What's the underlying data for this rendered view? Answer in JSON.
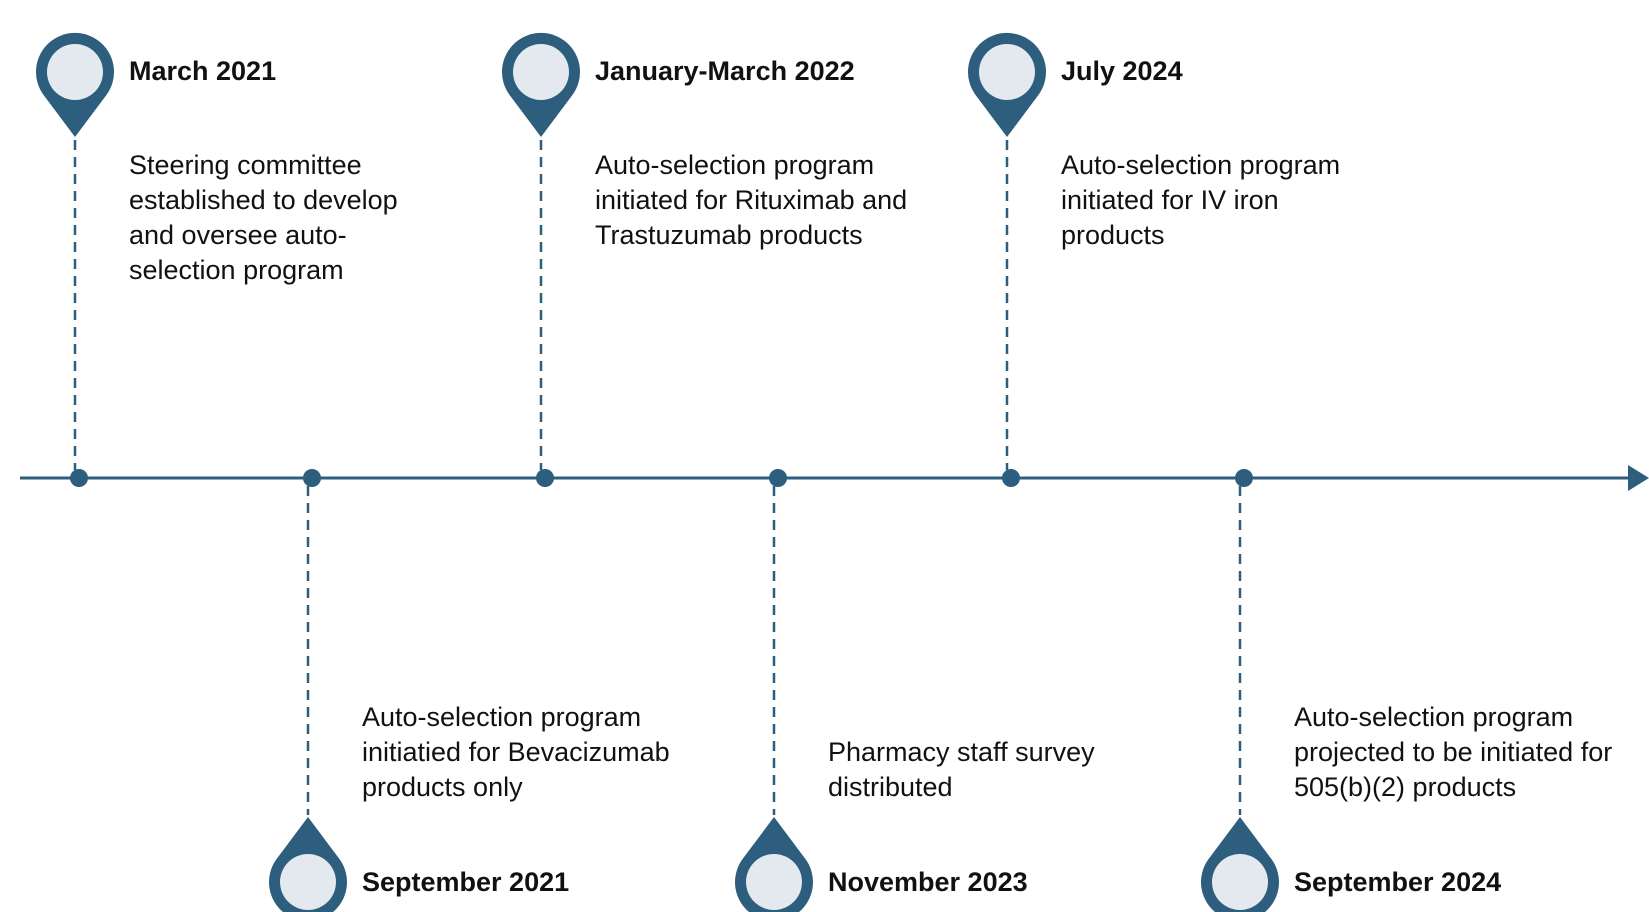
{
  "timeline": {
    "line_color": "#2d5e7e",
    "pin_fill": "#e4e9ef",
    "events": [
      {
        "date": "March 2021",
        "description": "Steering committee\nestablished to develop\nand oversee auto-\nselection program",
        "position": "top"
      },
      {
        "date": "September 2021",
        "description": "Auto-selection program\ninitiatied for Bevacizumab\nproducts only",
        "position": "bottom"
      },
      {
        "date": "January-March 2022",
        "description": "Auto-selection program\ninitiated for Rituximab and\nTrastuzumab products",
        "position": "top"
      },
      {
        "date": "November 2023",
        "description": "Pharmacy staff survey\ndistributed",
        "position": "bottom"
      },
      {
        "date": "July 2024",
        "description": "Auto-selection program\ninitiated for IV iron\nproducts",
        "position": "top"
      },
      {
        "date": "September 2024",
        "description": "Auto-selection program\nprojected to be initiated for\n505(b)(2) products",
        "position": "bottom"
      }
    ]
  }
}
